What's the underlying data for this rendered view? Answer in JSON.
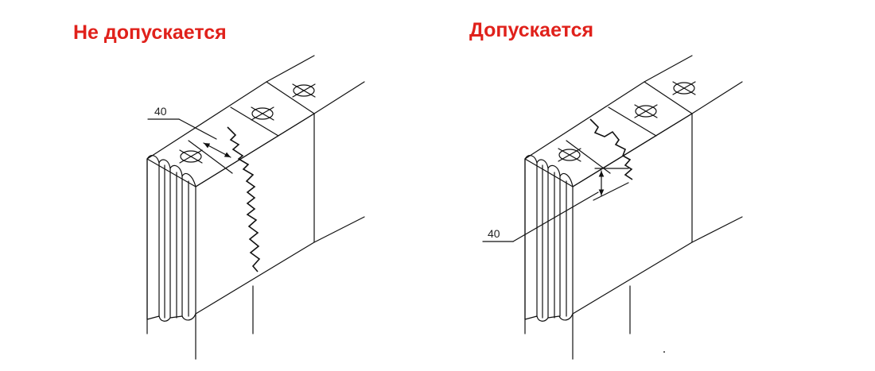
{
  "headings": {
    "not_allowed": "Не допускается",
    "allowed": "Допускается"
  },
  "dimensions": {
    "left_label": "40",
    "right_label": "40"
  },
  "colors": {
    "heading": "#e0211b",
    "lines": "#111111"
  }
}
